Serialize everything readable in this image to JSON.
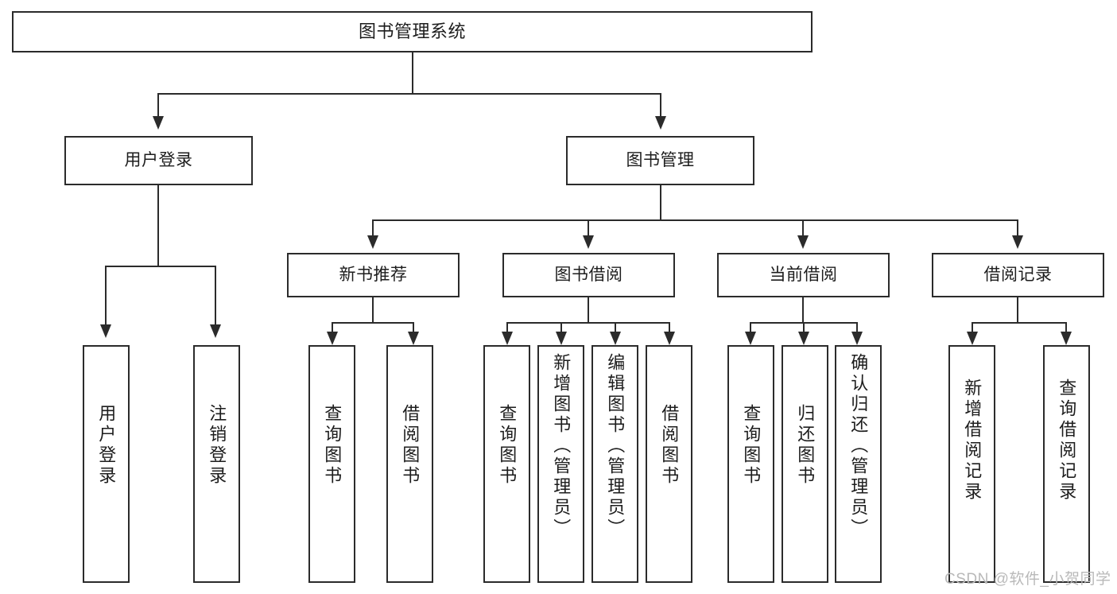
{
  "diagram": {
    "type": "tree",
    "title": "图书管理系统",
    "root": {
      "label": "图书管理系统"
    },
    "level1": [
      {
        "label": "用户登录"
      },
      {
        "label": "图书管理"
      }
    ],
    "level2": [
      {
        "label": "新书推荐"
      },
      {
        "label": "图书借阅"
      },
      {
        "label": "当前借阅"
      },
      {
        "label": "借阅记录"
      }
    ],
    "leaves": {
      "user_login": [
        {
          "label": "用户登录"
        },
        {
          "label": "注销登录"
        }
      ],
      "new_book_recommend": [
        {
          "label": "查询图书"
        },
        {
          "label": "借阅图书"
        }
      ],
      "book_borrow": [
        {
          "label": "查询图书"
        },
        {
          "label": "新增图书（管理员）"
        },
        {
          "label": "编辑图书（管理员）"
        },
        {
          "label": "借阅图书"
        }
      ],
      "current_borrow": [
        {
          "label": "查询图书"
        },
        {
          "label": "归还图书"
        },
        {
          "label": "确认归还（管理员）"
        }
      ],
      "borrow_record": [
        {
          "label": "新增借阅记录"
        },
        {
          "label": "查询借阅记录"
        }
      ]
    }
  },
  "watermark": {
    "text": "CSDN @软件_小贺同学"
  },
  "colors": {
    "stroke": "#2b2b2b",
    "background": "#ffffff",
    "text": "#1d1d1d",
    "watermark": "#b9b9b9"
  }
}
